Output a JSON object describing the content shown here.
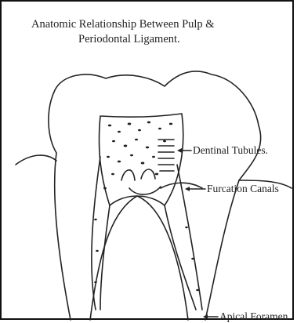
{
  "diagram": {
    "title_line1": "Anatomic Relationship Between Pulp &",
    "title_line2": "Periodontal Ligament.",
    "labels": {
      "dentinal_tubules": "Dentinal Tubules.",
      "furcation_canals": "Furcation Canals",
      "apical_foramen": "Apical Foramen"
    },
    "colors": {
      "ink": "#222222",
      "background": "#ffffff"
    }
  }
}
